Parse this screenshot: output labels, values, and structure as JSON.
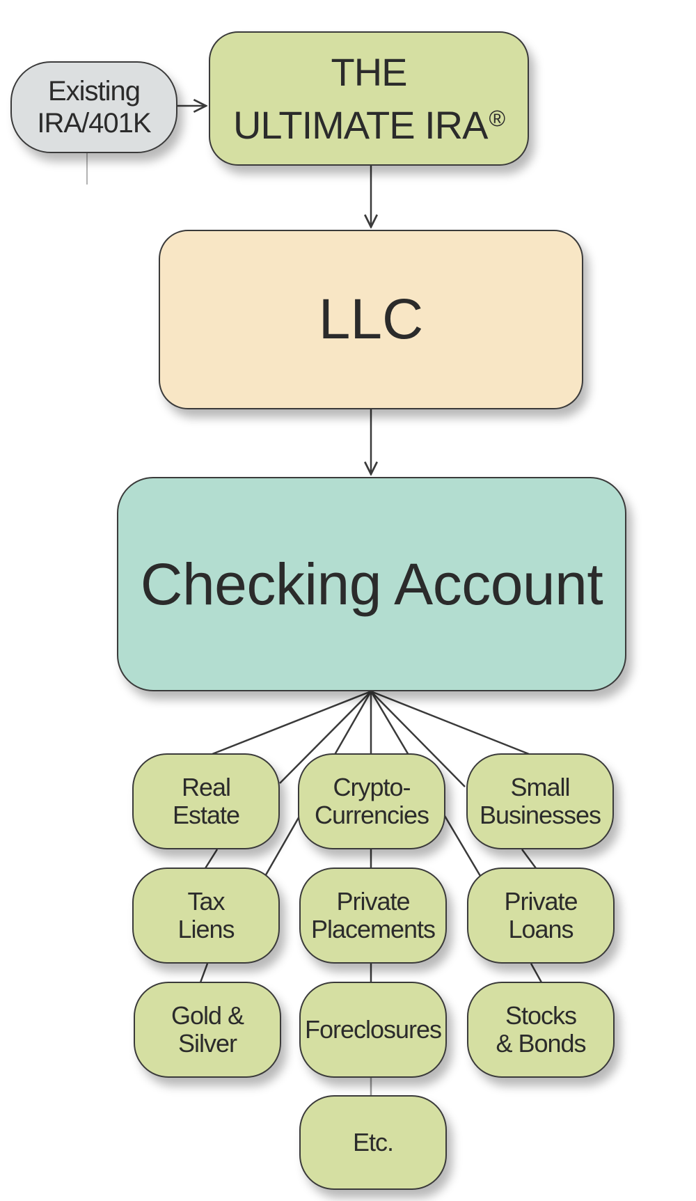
{
  "diagram": {
    "existing_ira": {
      "line1": "Existing",
      "line2": "IRA/401K"
    },
    "ultimate_ira": {
      "line1": "THE",
      "line2": "ULTIMATE IRA",
      "mark": "®"
    },
    "llc": "LLC",
    "checking_account": "Checking Account",
    "investments": [
      {
        "line1": "Real",
        "line2": "Estate"
      },
      {
        "line1": "Crypto-",
        "line2": "Currencies"
      },
      {
        "line1": "Small",
        "line2": "Businesses"
      },
      {
        "line1": "Tax",
        "line2": "Liens"
      },
      {
        "line1": "Private",
        "line2": "Placements"
      },
      {
        "line1": "Private",
        "line2": "Loans"
      },
      {
        "line1": "Gold &",
        "line2": "Silver"
      },
      {
        "line1": "Foreclosures"
      },
      {
        "line1": "Stocks",
        "line2": "& Bonds"
      },
      {
        "line1": "Etc."
      }
    ],
    "colors": {
      "green_box": "#d5dfa2",
      "grey_box": "#dcdfe0",
      "llc_box": "#f8e6c5",
      "checking_box": "#b3ddd0",
      "border": "#3a3a3a"
    }
  }
}
